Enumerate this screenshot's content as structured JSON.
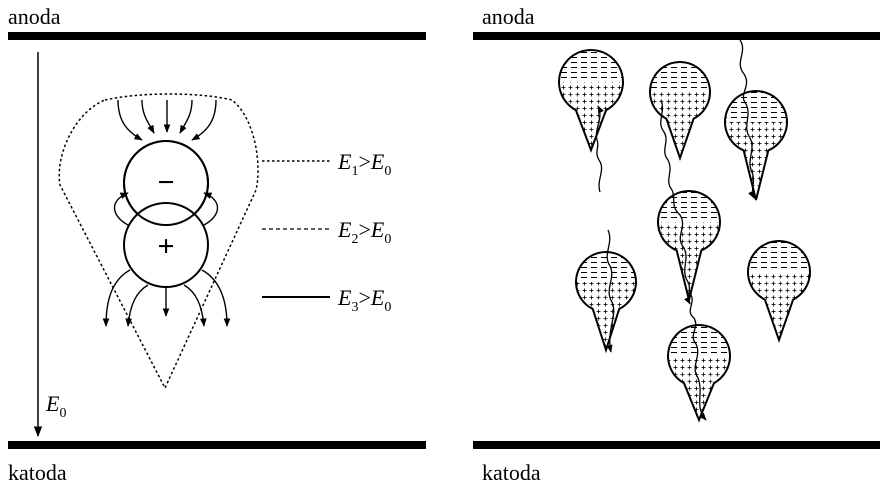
{
  "left_panel": {
    "top_label": "anoda",
    "bottom_label": "katoda",
    "field_label": {
      "base": "E",
      "sub": "0"
    },
    "sphere_top_sign": "−",
    "sphere_bottom_sign": "+",
    "legend": [
      {
        "lhs": "E",
        "lhs_sub": "1",
        "op": ">",
        "rhs": "E",
        "rhs_sub": "0",
        "style": "dotted"
      },
      {
        "lhs": "E",
        "lhs_sub": "2",
        "op": ">",
        "rhs": "E",
        "rhs_sub": "0",
        "style": "short-dashed"
      },
      {
        "lhs": "E",
        "lhs_sub": "3",
        "op": ">",
        "rhs": "E",
        "rhs_sub": "0",
        "style": "solid"
      }
    ]
  },
  "right_panel": {
    "top_label": "anoda",
    "bottom_label": "katoda",
    "droplet_signs": {
      "top": "−",
      "bottom": "+"
    }
  }
}
